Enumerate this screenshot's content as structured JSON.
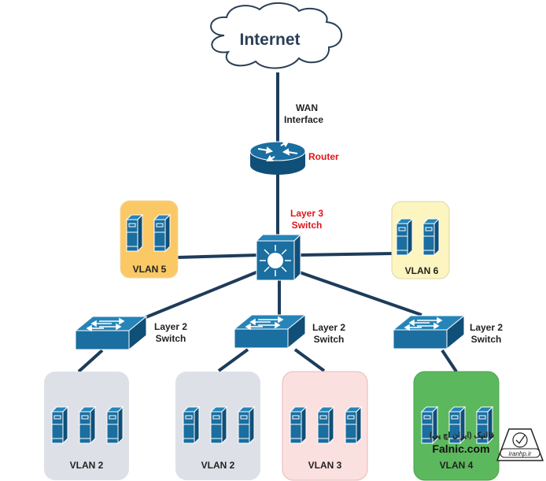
{
  "colors": {
    "device": "#1a6ea0",
    "device_dark": "#0f4f78",
    "device_top": "#2584b8",
    "line": "#1d3c5a",
    "label": "#222222",
    "accent_label": "#e0151b",
    "cloud_text": "#2a3f57",
    "vlan5_bg": "#fbc866",
    "vlan6_bg": "#fdf5c0",
    "vlan2_bg": "#dde1e7",
    "vlan3_bg": "#fbe0e0",
    "vlan4_bg": "#5cb85c"
  },
  "internet": {
    "label": "Internet"
  },
  "wan": {
    "line1": "WAN",
    "line2": "Interface"
  },
  "router": {
    "label": "Router"
  },
  "core_switch": {
    "line1": "Layer 3",
    "line2": "Switch"
  },
  "vlans_top": [
    {
      "label": "VLAN 5",
      "servers": 2
    },
    {
      "label": "VLAN 6",
      "servers": 2
    }
  ],
  "access_switches": [
    {
      "line1": "Layer 2",
      "line2": "Switch"
    },
    {
      "line1": "Layer 2",
      "line2": "Switch"
    },
    {
      "line1": "Layer 2",
      "line2": "Switch"
    }
  ],
  "vlans_bottom": [
    {
      "label": "VLAN 2",
      "servers": 3
    },
    {
      "label": "VLAN 2",
      "servers": 3
    },
    {
      "label": "VLAN 3",
      "servers": 3
    },
    {
      "label": "VLAN 4",
      "servers": 3
    }
  ],
  "watermark": {
    "persian": "فالنیک (ایران اچ پی)",
    "site": "Falnic.com",
    "badge_text": "iranhp.ir"
  }
}
